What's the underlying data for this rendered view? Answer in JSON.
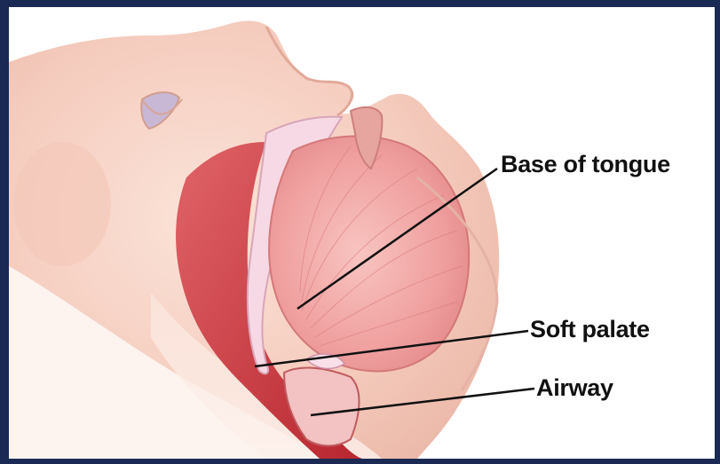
{
  "labels": {
    "tongue": "Base of tongue",
    "palate": "Soft palate",
    "airway": "Airway"
  },
  "colors": {
    "frame": "#1b2a55",
    "background": "#ffffff",
    "skin": "#f7d3c6",
    "tongue": "#f1a7a5",
    "throat": "#c9363e",
    "label": "#111111"
  }
}
